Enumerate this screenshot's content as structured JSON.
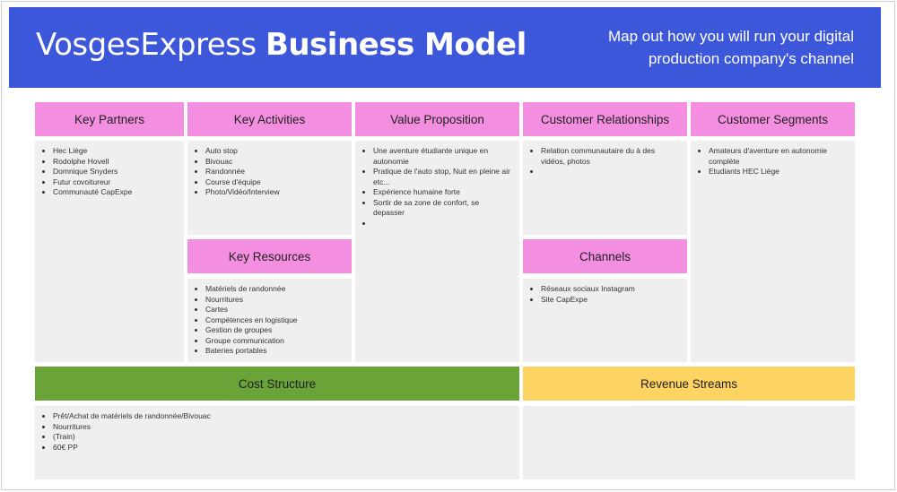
{
  "header": {
    "title_light": "VosgesExpress",
    "title_bold": "Business Model",
    "subtitle": "Map out how you will run your digital production company's channel",
    "color": "#3d57db"
  },
  "colors": {
    "section_header": "#f48ee0",
    "cost": "#6aa338",
    "revenue": "#fdd462",
    "body": "#efefef"
  },
  "sections": {
    "key_partners": {
      "title": "Key Partners",
      "items": [
        "Hec Liège",
        "Rodolphe Hovell",
        "Domnique Snyders",
        "Futur covoitureur",
        "Communauté CapExpe"
      ]
    },
    "key_activities": {
      "title": "Key Activities",
      "items": [
        "Auto stop",
        "Bivouac",
        "Randonnée",
        "Course d'équipe",
        "Photo/Vidéo/Interview"
      ]
    },
    "key_resources": {
      "title": "Key Resources",
      "items": [
        "Matériels de randonnée",
        "Nourritures",
        "Cartes",
        "Compétences en logistique",
        "Gestion de groupes",
        "Groupe communication",
        "Bateries portables"
      ]
    },
    "value_proposition": {
      "title": "Value Proposition",
      "items": [
        "Une aventure étudiante unique en autonomie",
        "Pratique de l'auto stop, Nuit en pleine air etc...",
        "Expérience humaine forte",
        "Sortir de sa zone de confort, se depasser",
        ""
      ]
    },
    "customer_relationships": {
      "title": "Customer Relationships",
      "items": [
        "Relation communautaire du à des vidéos, photos",
        ""
      ]
    },
    "channels": {
      "title": "Channels",
      "items": [
        "Réseaux sociaux Instagram",
        "Site CapExpe"
      ]
    },
    "customer_segments": {
      "title": "Customer Segments",
      "items": [
        "Amateurs d'aventure en autonomie complète",
        "Etudiants HEC Liège"
      ]
    },
    "cost_structure": {
      "title": "Cost Structure",
      "items": [
        "Prêt/Achat de matériels de randonnée/Bivouac",
        "Nourritures",
        "(Train)",
        "60€ PP"
      ]
    },
    "revenue_streams": {
      "title": "Revenue Streams",
      "items": []
    }
  }
}
